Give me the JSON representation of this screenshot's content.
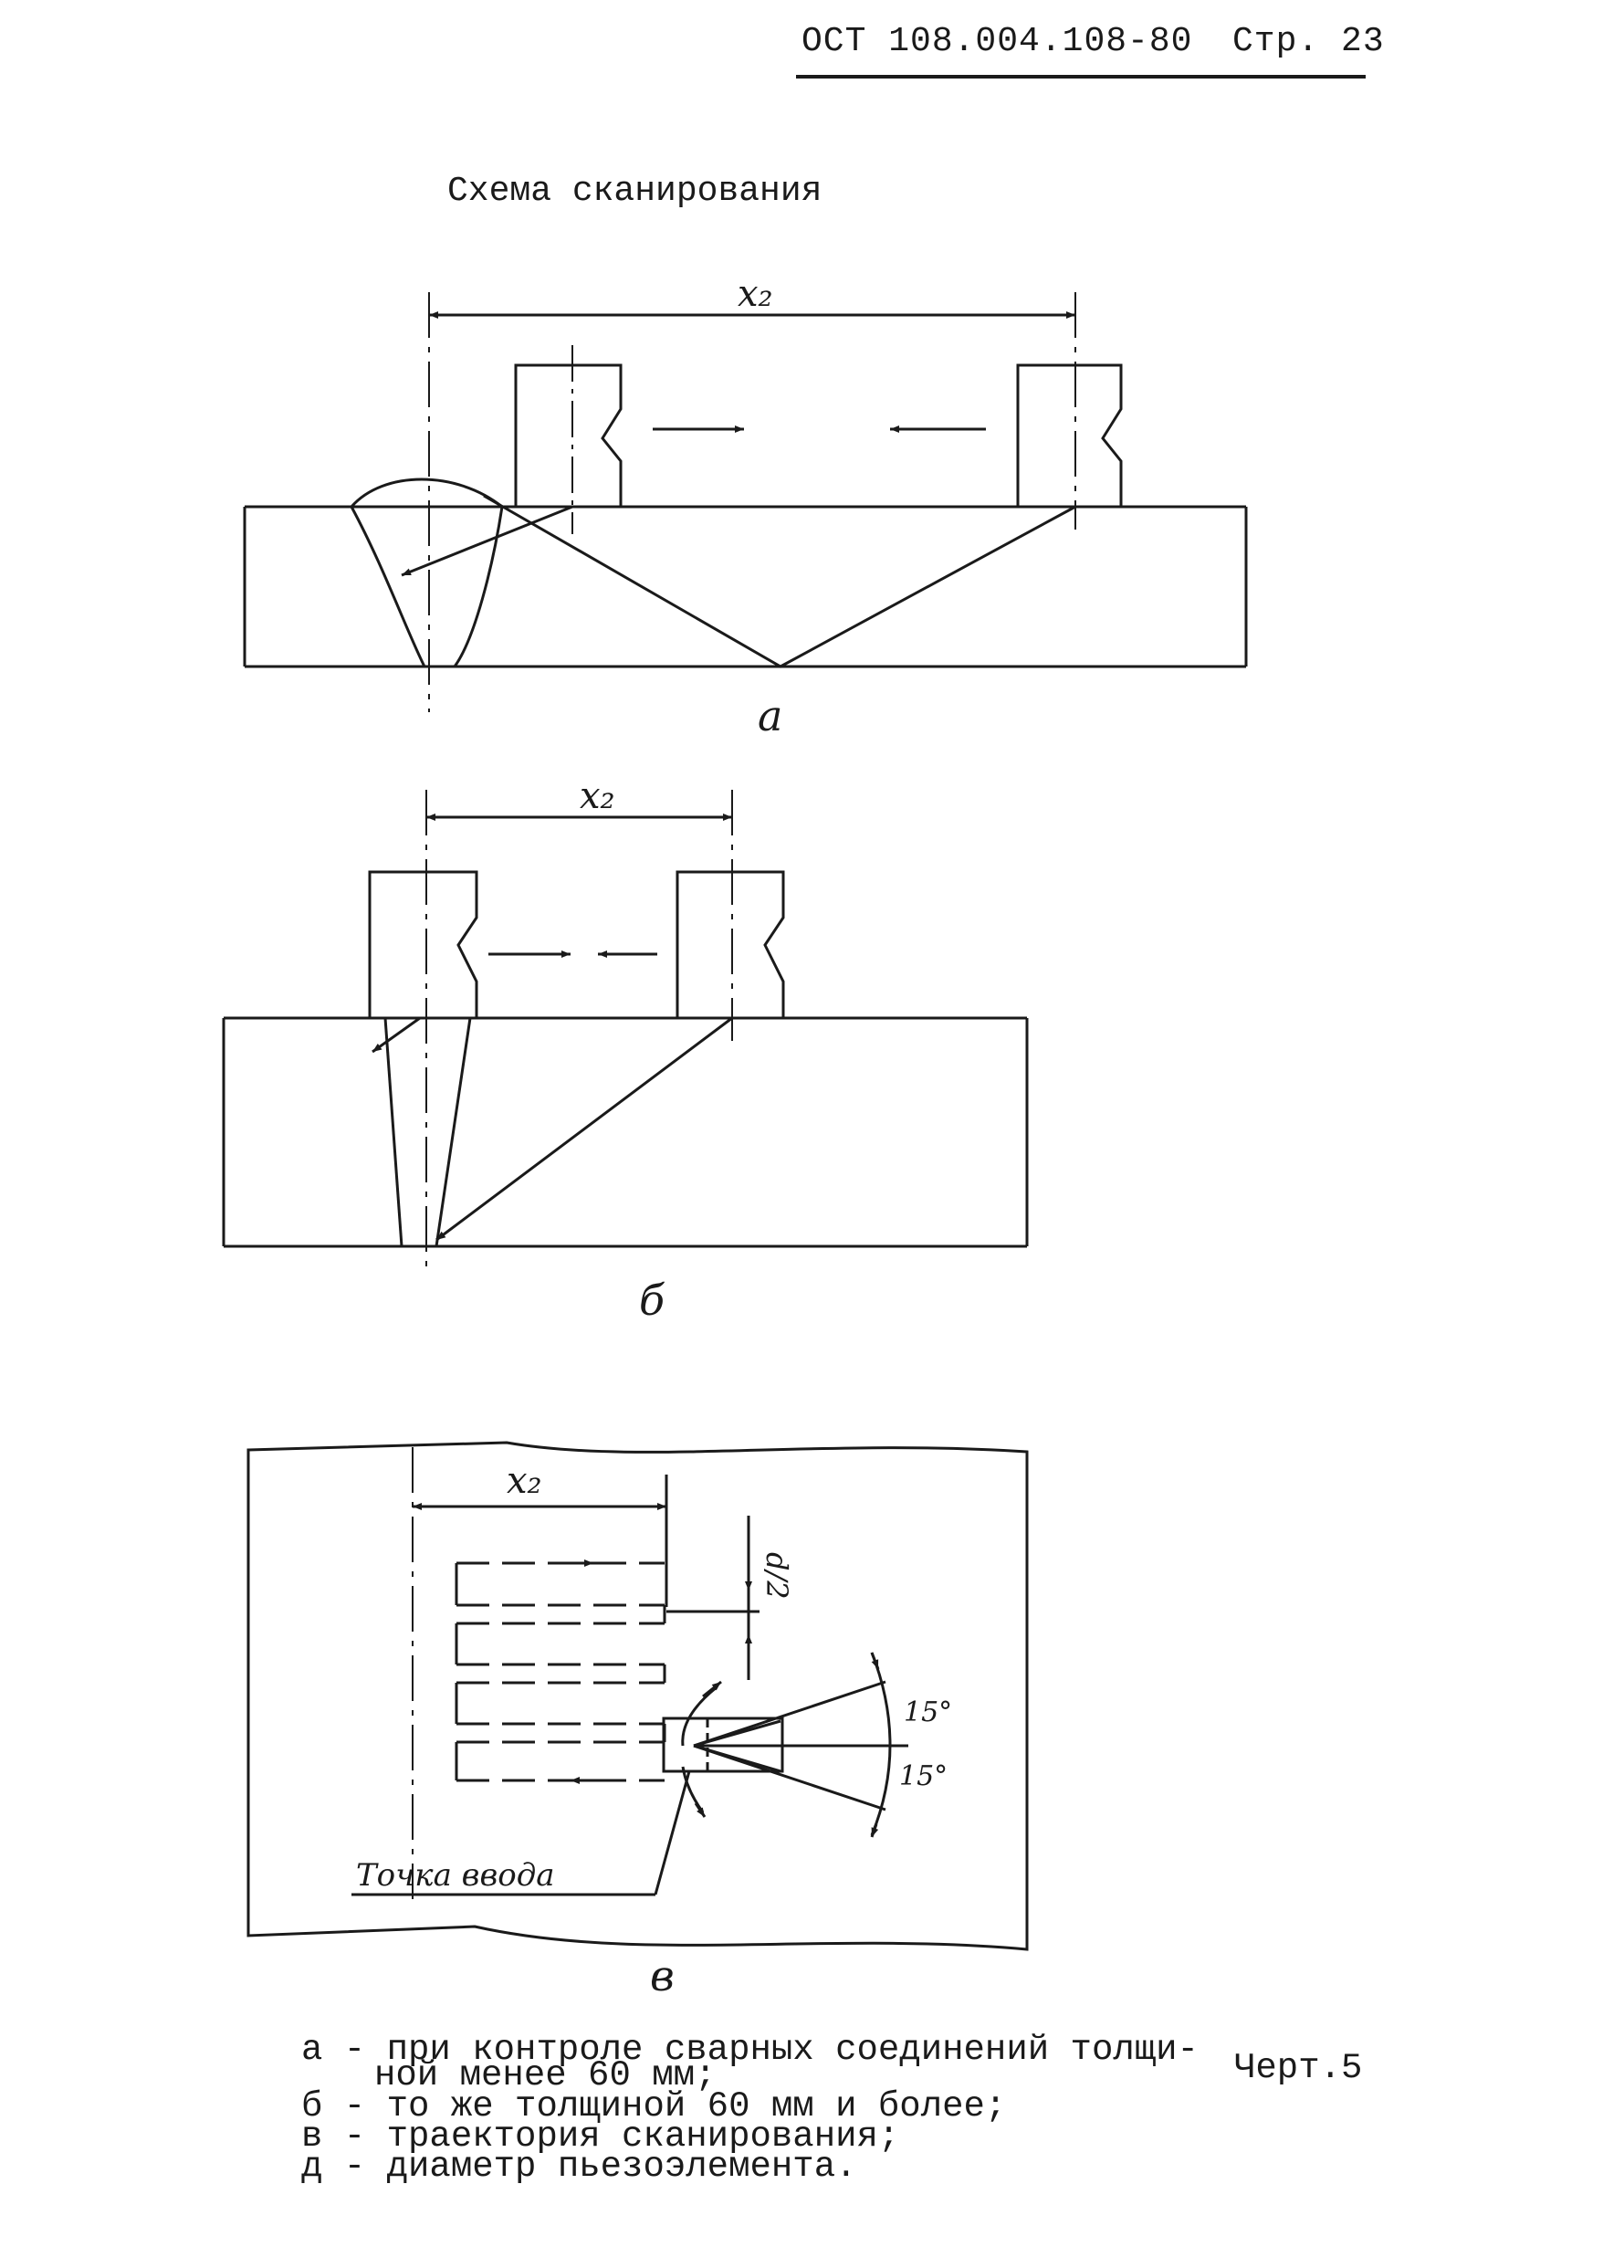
{
  "header": {
    "doc_number": "ОСТ 108.004.108-80",
    "page": "Стр. 23"
  },
  "title": "Схема сканирования",
  "figures": {
    "a": {
      "dim_label": "x₂",
      "caption": "а"
    },
    "b": {
      "dim_label": "x₂",
      "caption": "б"
    },
    "c": {
      "dim_label": "x₂",
      "half_d_label": "d/2",
      "angle_top": "15°",
      "angle_bottom": "15°",
      "entry_point_label": "Точка ввода",
      "caption": "в"
    }
  },
  "legend": {
    "line1": "а - при контроле сварных соединений толщи-",
    "line2": "ной менее 60 мм;",
    "line3": "б - то же толщиной 60 мм и более;",
    "line4": "в - траектория сканирования;",
    "line5": "д - диаметр пьезоэлемента."
  },
  "figure_number": "Черт.5"
}
